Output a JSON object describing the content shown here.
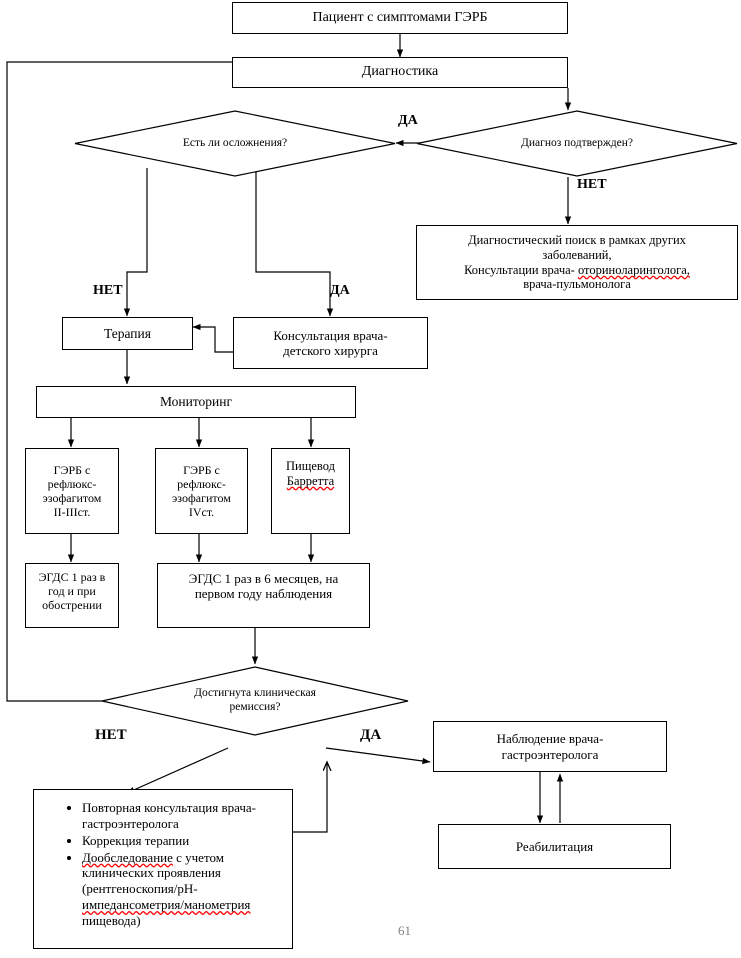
{
  "document": {
    "page_number": "61",
    "type": "clinical-pathway-flowchart"
  },
  "colors": {
    "line": "#000000",
    "box_border": "#000000",
    "background": "#ffffff",
    "spellcheck_underline": "#ff0000",
    "page_number": "#808080"
  },
  "nodes": {
    "patient": "Пациент с симптомами ГЭРБ",
    "diagnostics": "Диагностика",
    "complications_q": "Есть ли осложнения?",
    "diagnosis_confirmed_q": "Диагноз подтвержден?",
    "other_search_l1": "Диагностический поиск в рамках других",
    "other_search_l2": "заболеваний,",
    "other_search_l3a": "Консультации врача- ",
    "other_search_l3b": "оториноларинголога,",
    "other_search_l4": "врача-пульмонолога",
    "therapy": "Терапия",
    "surgeon_l1": "Консультация врача-",
    "surgeon_l2": "детского хирурга",
    "monitoring": "Мониторинг",
    "gerd_2_3_l1": "ГЭРБ с",
    "gerd_2_3_l2": "рефлюкс-",
    "gerd_2_3_l3": "эзофагитом",
    "gerd_2_3_l4": "II-IIIст.",
    "gerd_4_l1": "ГЭРБ с",
    "gerd_4_l2": "рефлюкс-",
    "gerd_4_l3": "эзофагитом",
    "gerd_4_l4": "IVст.",
    "barrett_l1": "Пищевод",
    "barrett_l2": "Барретта",
    "egds_year_l1": "ЭГДС 1 раз в",
    "egds_year_l2": "год и при",
    "egds_year_l3": "обострении",
    "egds_6m_l1": "ЭГДС 1 раз в 6 месяцев, на",
    "egds_6m_l2": "первом году наблюдения",
    "remission_q_l1": "Достигнута клиническая",
    "remission_q_l2": "ремиссия?",
    "observation_l1": "Наблюдение врача-",
    "observation_l2": "гастроэнтеролога",
    "rehabilitation": "Реабилитация"
  },
  "bullet_box": {
    "items": [
      {
        "parts": [
          {
            "text": "Повторная консультация врача-гастроэнтеролога",
            "spellcheck": false
          }
        ]
      },
      {
        "parts": [
          {
            "text": "Коррекция терапии",
            "spellcheck": false
          }
        ]
      },
      {
        "parts": [
          {
            "text": "Дообследование",
            "spellcheck": true
          },
          {
            "text": " с учетом клинических проявления (рентгеноскопия/рН-",
            "spellcheck": false
          },
          {
            "text": "импедансометрия/манометрия",
            "spellcheck": true
          },
          {
            "text": " пищевода)",
            "spellcheck": false
          }
        ]
      }
    ]
  },
  "edge_labels": {
    "yes_confirmed": "ДА",
    "no_confirmed": "НЕТ",
    "no_complications": "НЕТ",
    "yes_complications": "ДА",
    "no_remission": "НЕТ",
    "yes_remission": "ДА"
  }
}
